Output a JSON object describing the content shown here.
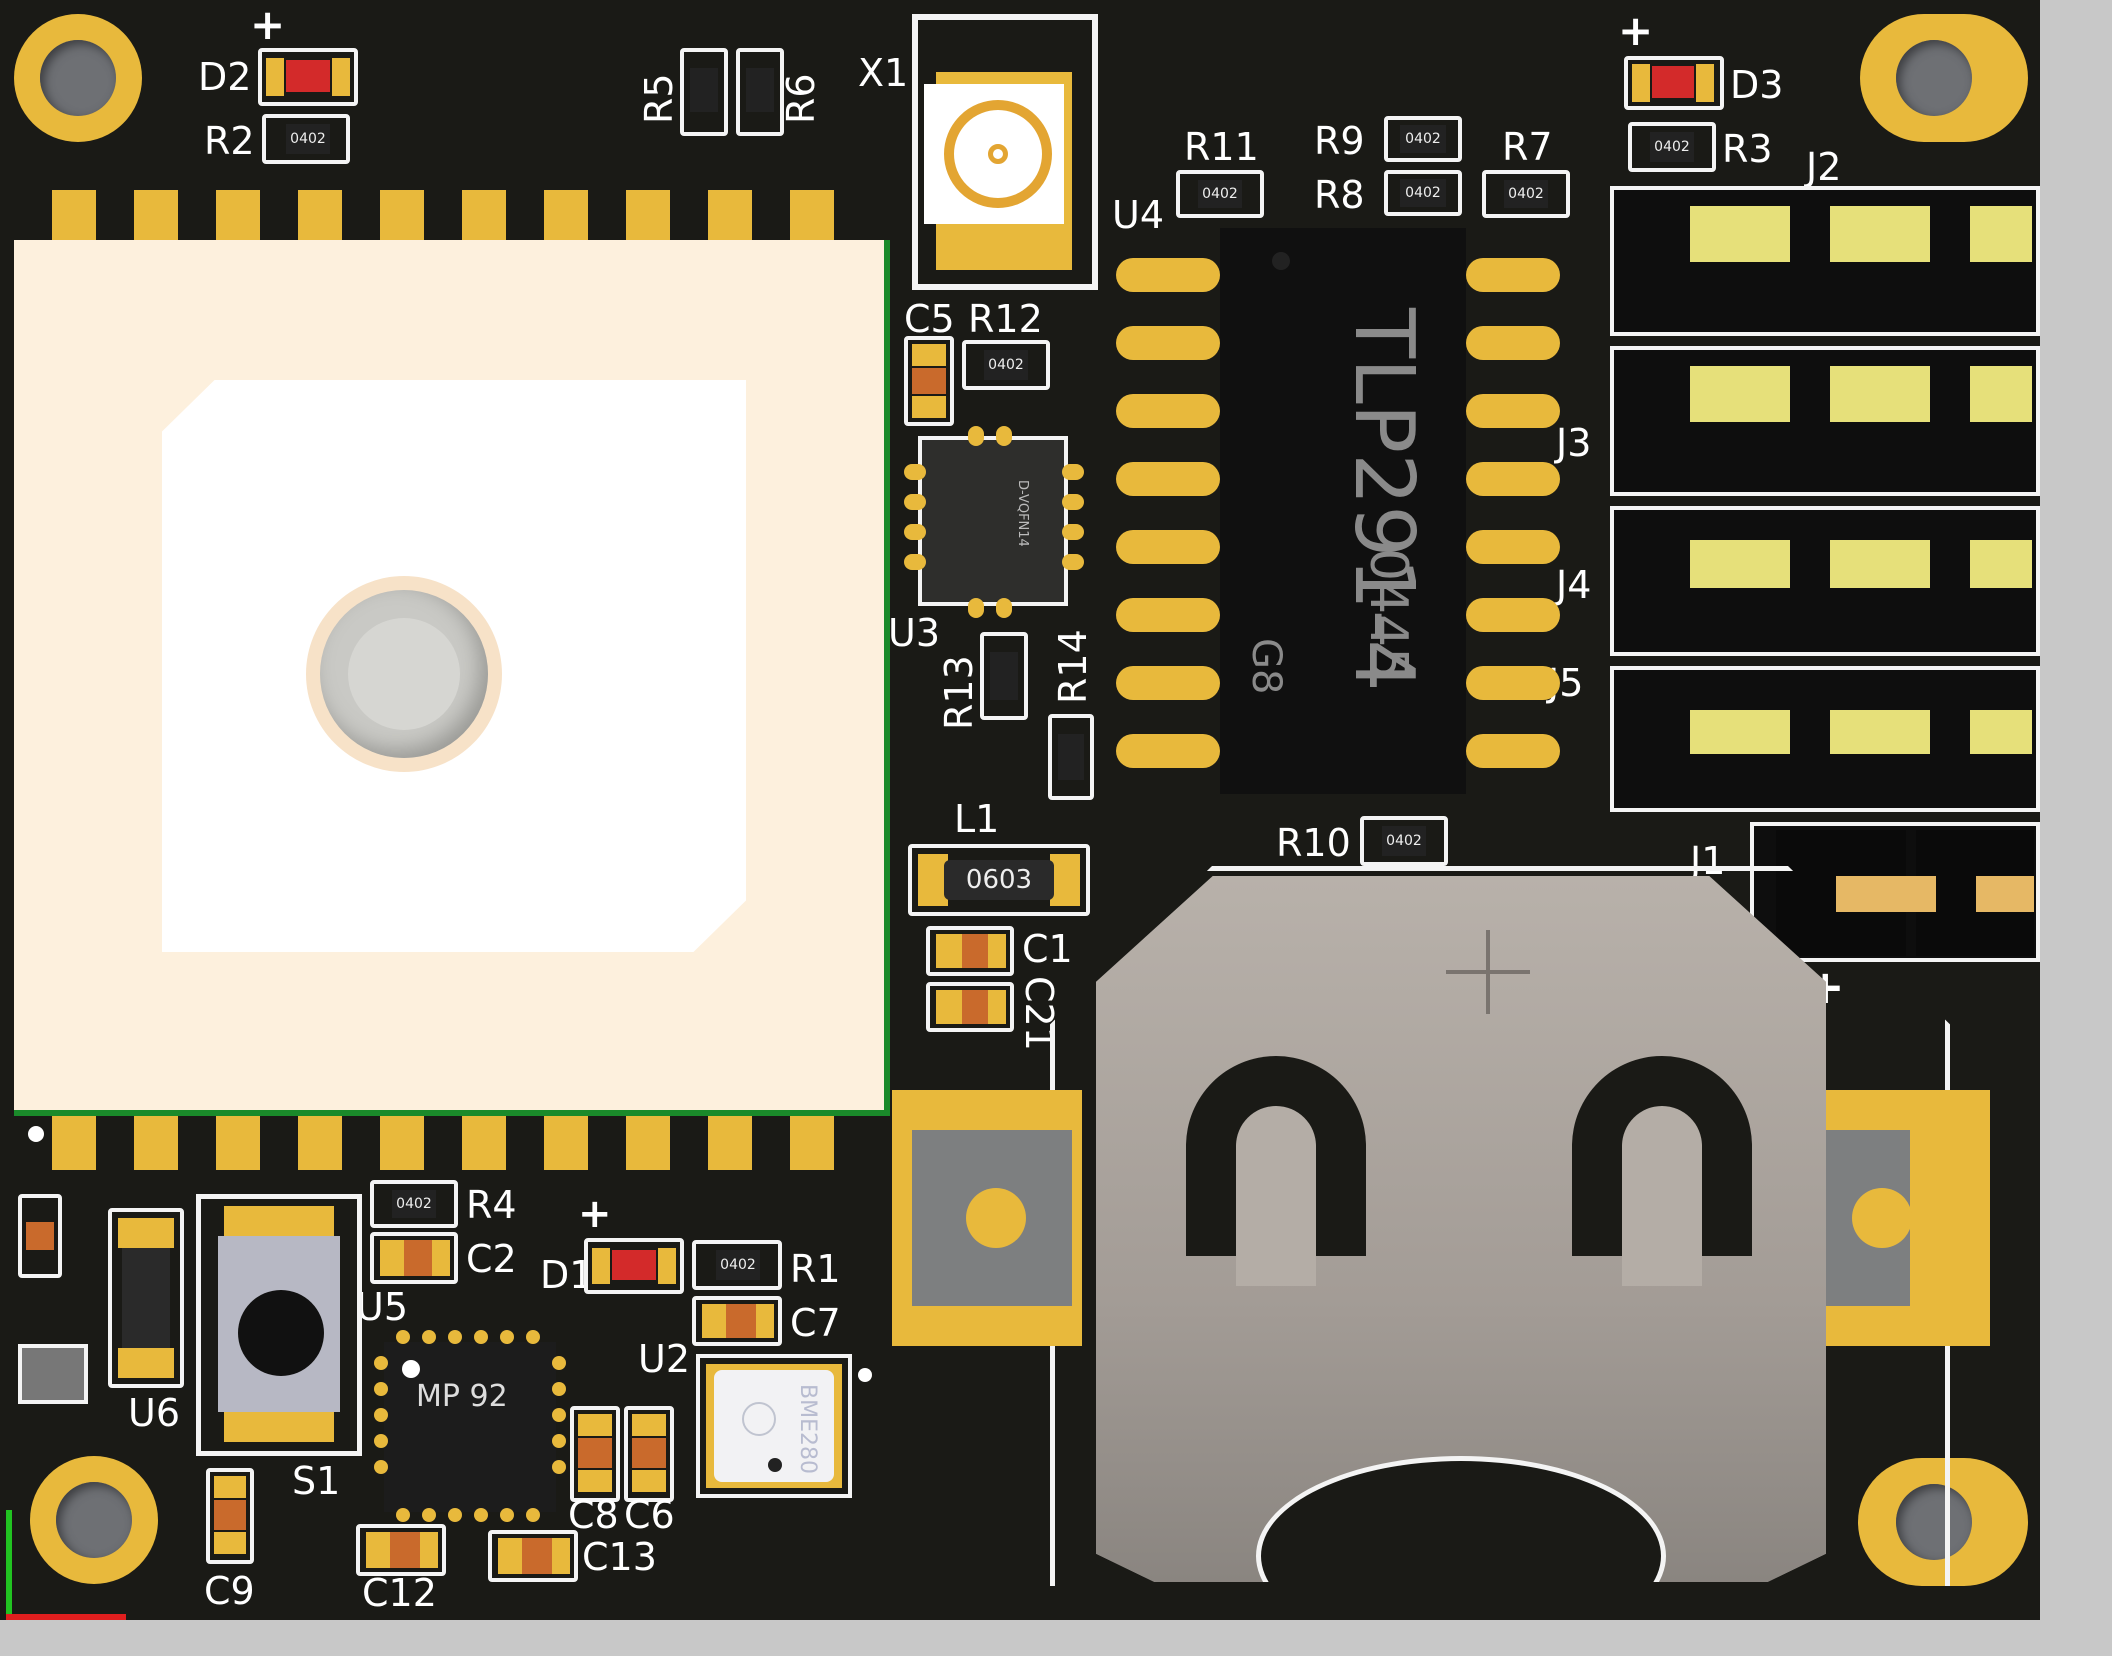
{
  "board": {
    "background": "#1a1a16",
    "silkscreen_color": "#ffffff",
    "pad_color": "#e8b93c"
  },
  "labels": {
    "D2": "D2",
    "R2": "R2",
    "R5": "R5",
    "R6": "R6",
    "X1": "X1",
    "R11": "R11",
    "R9": "R9",
    "R8": "R8",
    "R7": "R7",
    "D3": "D3",
    "R3": "R3",
    "J2": "J2",
    "J3": "J3",
    "J4": "J4",
    "J5": "J5",
    "J1": "J1",
    "U4": "U4",
    "C5": "C5",
    "R12": "R12",
    "U3": "U3",
    "R13": "R13",
    "R14": "R14",
    "L1": "L1",
    "C1": "C1",
    "C21": "C21",
    "R10": "R10",
    "R4": "R4",
    "C2": "C2",
    "D1": "D1",
    "R1": "R1",
    "C7": "C7",
    "U5": "U5",
    "U6": "U6",
    "S1": "S1",
    "U2": "U2",
    "C8": "C8",
    "C6": "C6",
    "C9": "C9",
    "C12": "C12",
    "C13": "C13"
  },
  "markings": {
    "plus": "+",
    "size_0402": "0402",
    "size_0603": "0603",
    "u4_line1": "TLP291-4",
    "u4_line2": "0445",
    "u4_line3": "G8",
    "u5_marking": "MP 92",
    "u2_marking": "BME280",
    "u3_marking": "D-VQFN14"
  }
}
